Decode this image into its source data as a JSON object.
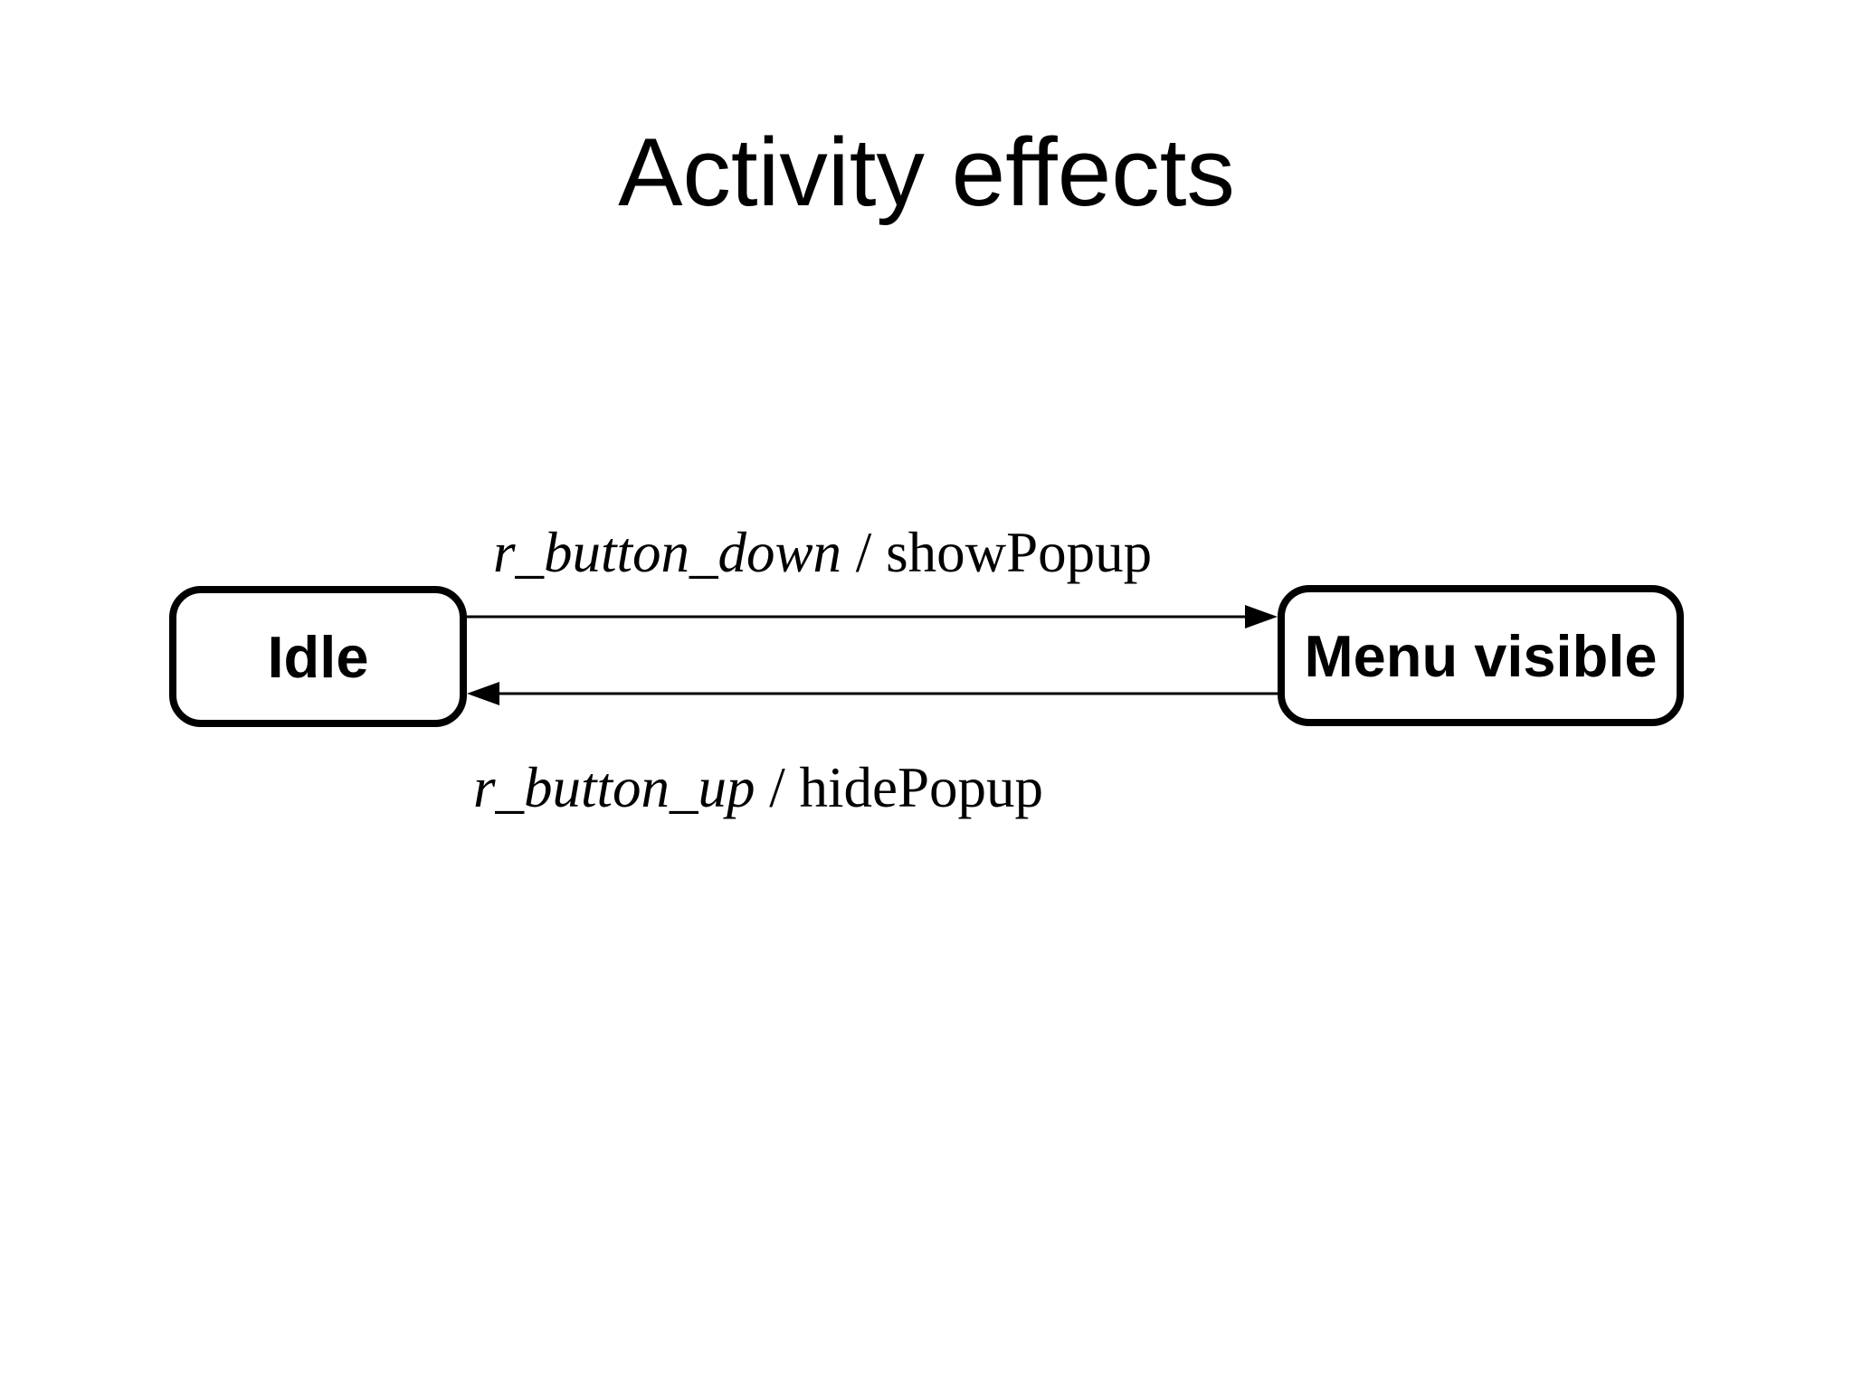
{
  "title": "Activity effects",
  "colors": {
    "background": "#ffffff",
    "stroke": "#000000",
    "text": "#000000"
  },
  "diagram": {
    "type": "state-diagram",
    "states": [
      {
        "id": "idle",
        "label": "Idle"
      },
      {
        "id": "menu-visible",
        "label": "Menu visible"
      }
    ],
    "transitions": [
      {
        "from": "Idle",
        "to": "Menu visible",
        "event": "r_button_down",
        "separator": " / ",
        "action": "showPopup"
      },
      {
        "from": "Menu visible",
        "to": "Idle",
        "event": "r_button_up",
        "separator": " / ",
        "action": "hidePopup"
      }
    ]
  }
}
